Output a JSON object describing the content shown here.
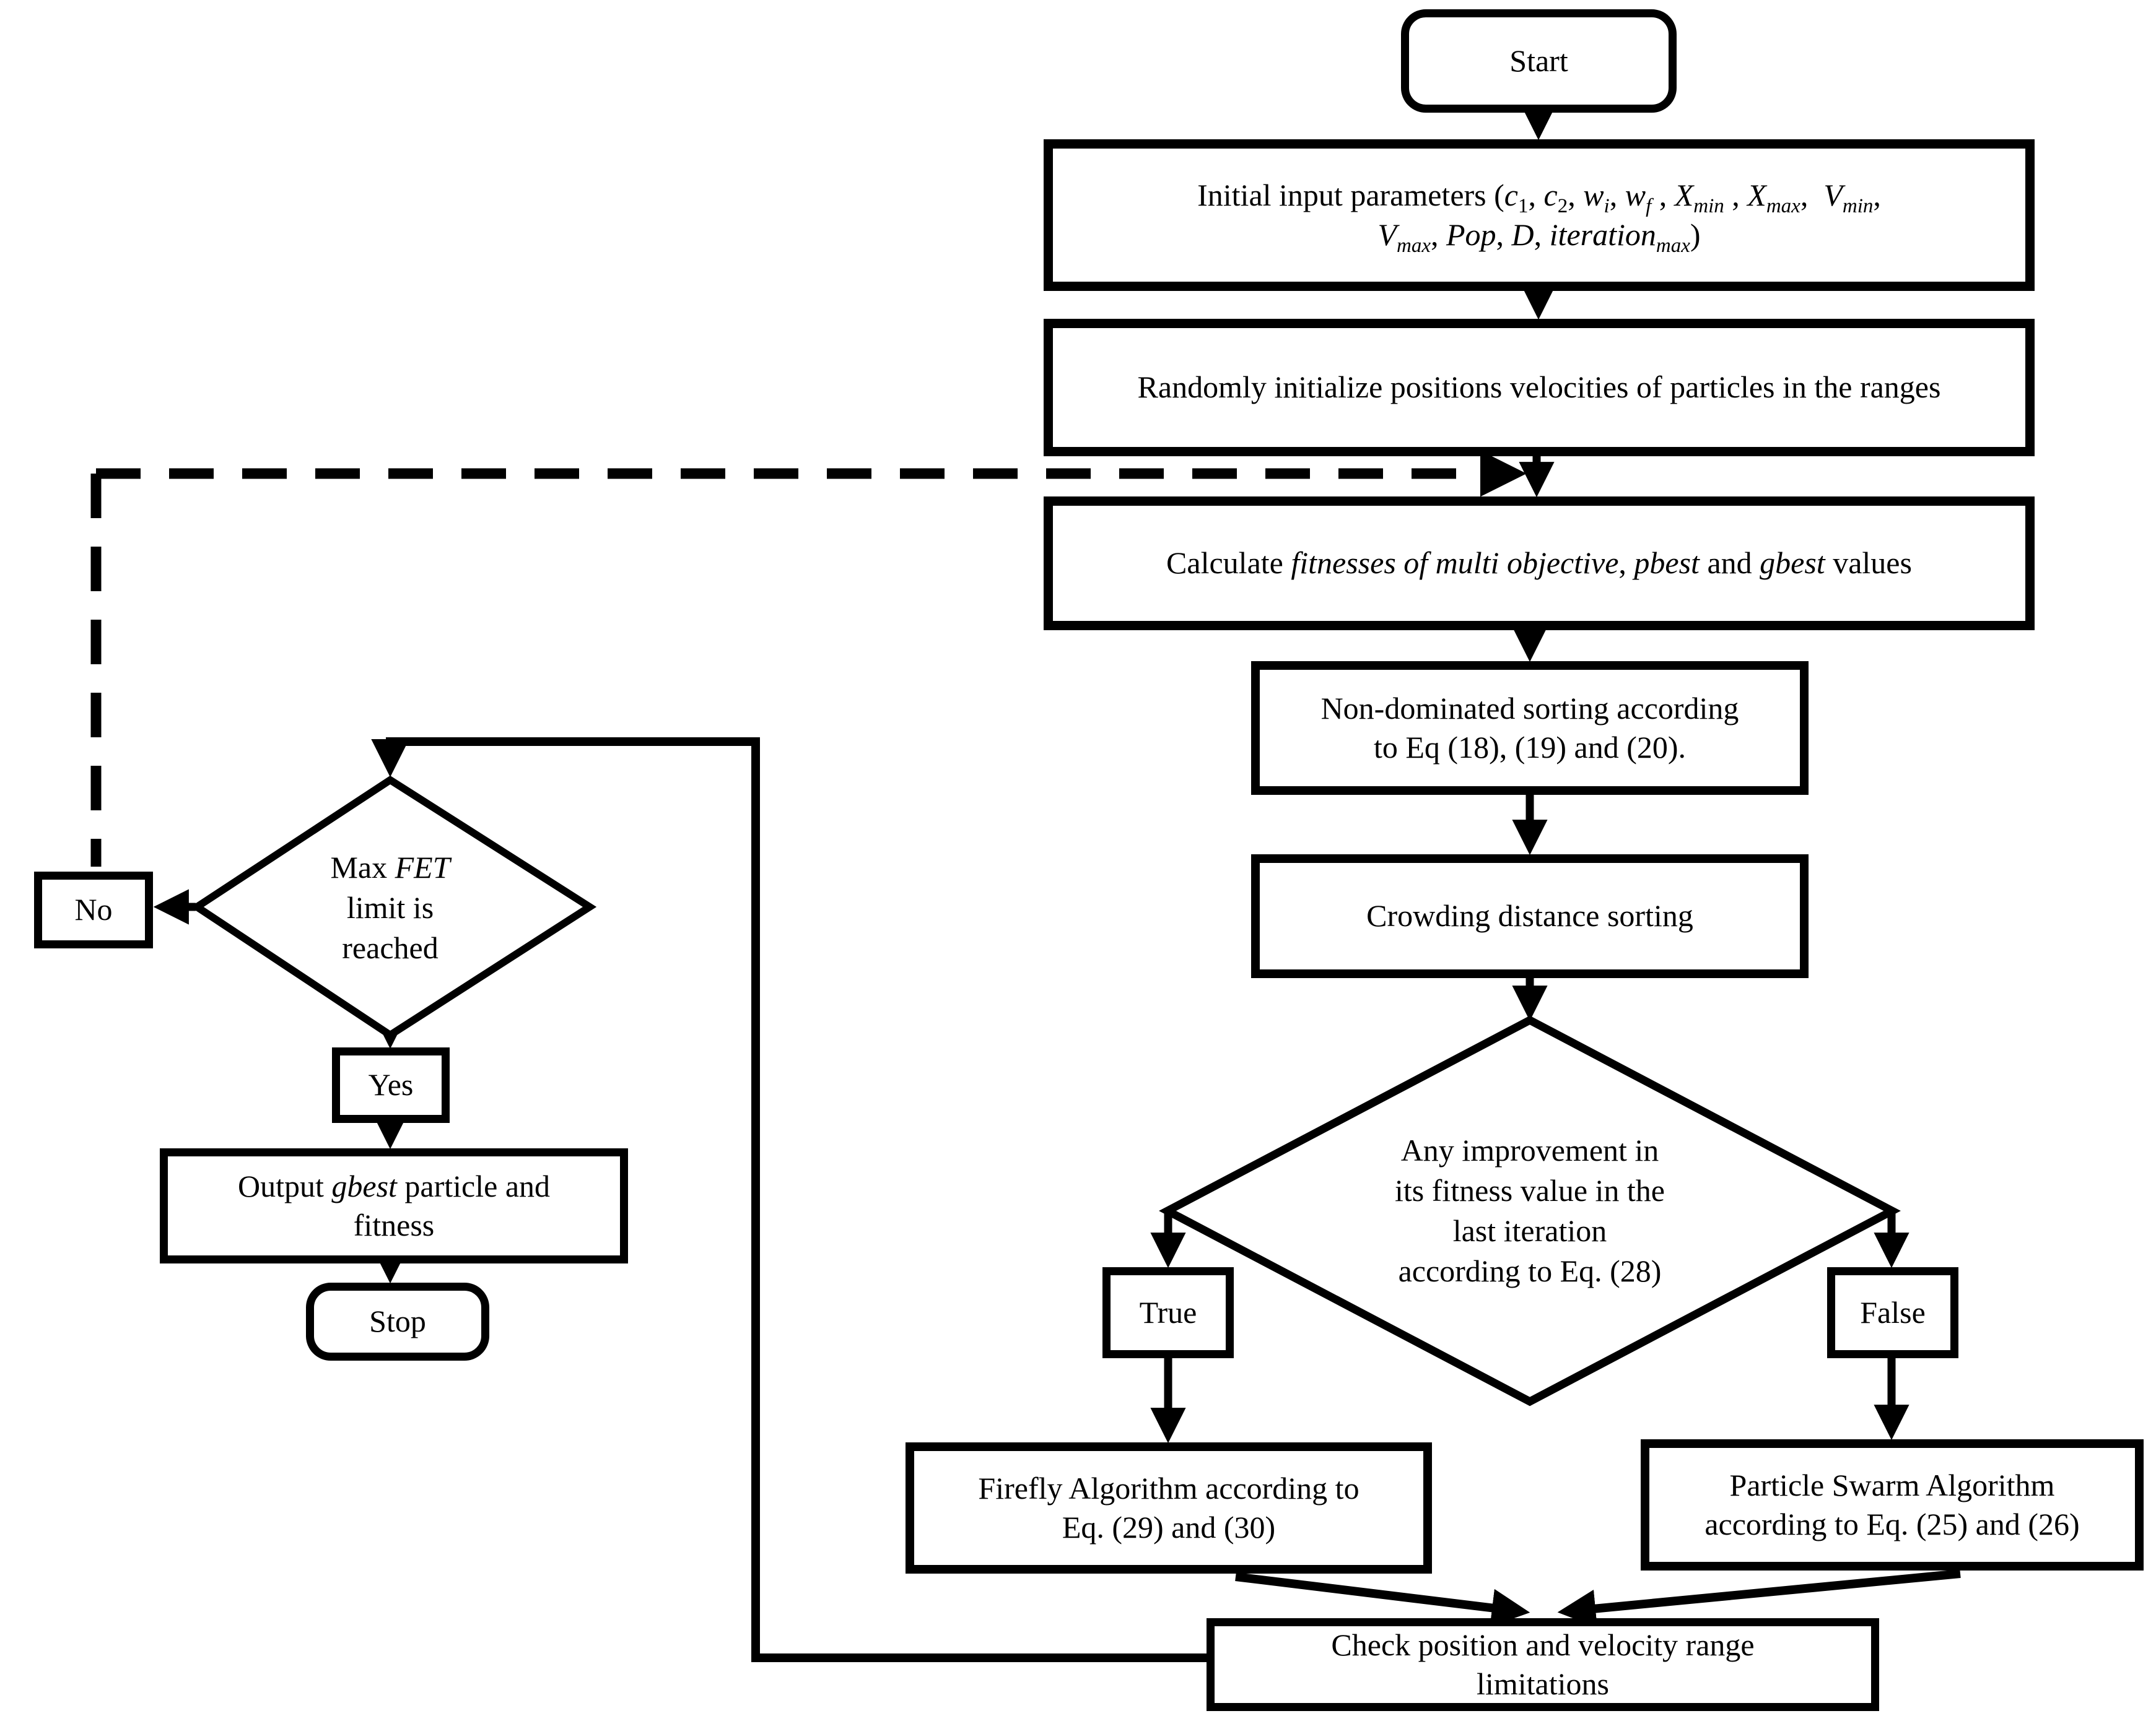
{
  "meta": {
    "diagram_type": "flowchart",
    "background_color": "#ffffff",
    "line_color": "#000000",
    "text_color": "#000000"
  },
  "nodes": {
    "start": {
      "label": "Start"
    },
    "init": {
      "segments": [
        {
          "t": "Initial input parameters ("
        },
        {
          "t": "c",
          "i": 1
        },
        {
          "t": "1",
          "s": 1
        },
        {
          "t": ", "
        },
        {
          "t": "c",
          "i": 1
        },
        {
          "t": "2",
          "s": 1
        },
        {
          "t": ", "
        },
        {
          "t": "w",
          "i": 1
        },
        {
          "t": "i",
          "s": 1,
          "i": 1
        },
        {
          "t": ", "
        },
        {
          "t": "w",
          "i": 1
        },
        {
          "t": "f",
          "s": 1,
          "i": 1
        },
        {
          "t": " , "
        },
        {
          "t": "X",
          "i": 1
        },
        {
          "t": "min",
          "s": 1,
          "i": 1
        },
        {
          "t": " , "
        },
        {
          "t": "X",
          "i": 1
        },
        {
          "t": "max",
          "s": 1,
          "i": 1
        },
        {
          "t": ",  "
        },
        {
          "t": "V",
          "i": 1
        },
        {
          "t": "min",
          "s": 1,
          "i": 1
        },
        {
          "t": ","
        },
        {
          "br": 1
        },
        {
          "t": "V",
          "i": 1
        },
        {
          "t": "max",
          "s": 1,
          "i": 1
        },
        {
          "t": ", "
        },
        {
          "t": "Pop",
          "i": 1
        },
        {
          "t": ", "
        },
        {
          "t": "D",
          "i": 1
        },
        {
          "t": ", "
        },
        {
          "t": "iteration",
          "i": 1
        },
        {
          "t": "max",
          "s": 1,
          "i": 1
        },
        {
          "t": ")"
        }
      ]
    },
    "random": {
      "label": "Randomly initialize positions velocities of particles in the ranges"
    },
    "calc": {
      "segments": [
        {
          "t": "Calculate "
        },
        {
          "t": "fitnesses of multi objective",
          "i": 1
        },
        {
          "t": ", "
        },
        {
          "t": "pbest",
          "i": 1
        },
        {
          "t": " and "
        },
        {
          "t": "gbest",
          "i": 1
        },
        {
          "t": " values"
        }
      ]
    },
    "nondom": {
      "segments": [
        {
          "t": "Non-dominated sorting according"
        },
        {
          "br": 1
        },
        {
          "t": "to Eq (18), (19) and (20)."
        }
      ]
    },
    "crowd": {
      "label": "Crowding distance sorting"
    },
    "improve": {
      "segments": [
        {
          "t": "Any improvement in"
        },
        {
          "br": 1
        },
        {
          "t": "its fitness value in the"
        },
        {
          "br": 1
        },
        {
          "t": "last iteration"
        },
        {
          "br": 1
        },
        {
          "t": "according to Eq. (28)"
        }
      ]
    },
    "true_branch": {
      "label": "True"
    },
    "false_branch": {
      "label": "False"
    },
    "firefly": {
      "segments": [
        {
          "t": "Firefly Algorithm according to"
        },
        {
          "br": 1
        },
        {
          "t": "Eq. (29) and (30)"
        }
      ]
    },
    "psa": {
      "segments": [
        {
          "t": "Particle Swarm Algorithm"
        },
        {
          "br": 1
        },
        {
          "t": "according to Eq. (25) and (26)"
        }
      ]
    },
    "check": {
      "segments": [
        {
          "t": "Check position and velocity range"
        },
        {
          "br": 1
        },
        {
          "t": "limitations"
        }
      ]
    },
    "fet": {
      "segments": [
        {
          "t": "Max "
        },
        {
          "t": "FET",
          "i": 1
        },
        {
          "br": 1
        },
        {
          "t": "limit is"
        },
        {
          "br": 1
        },
        {
          "t": "reached"
        }
      ]
    },
    "no_branch": {
      "label": "No"
    },
    "yes_branch": {
      "label": "Yes"
    },
    "output": {
      "segments": [
        {
          "t": "Output "
        },
        {
          "t": "gbest",
          "i": 1
        },
        {
          "t": " particle and"
        },
        {
          "br": 1
        },
        {
          "t": "fitness"
        }
      ]
    },
    "stop": {
      "label": "Stop"
    }
  }
}
